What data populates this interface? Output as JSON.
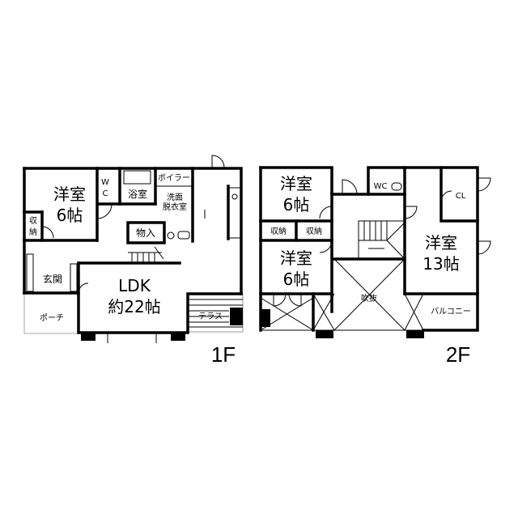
{
  "floor1": {
    "label": "1F",
    "rooms": {
      "western": "洋室",
      "western_size": "6帖",
      "storage": [
        "収",
        "納"
      ],
      "wc": [
        "W",
        "C"
      ],
      "bath": "浴室",
      "boiler": "ボイラー",
      "washroom": [
        "洗面",
        "脱衣室"
      ],
      "closet": "物入",
      "entrance": "玄関",
      "ldk": "LDK",
      "ldk_size": "約22帖",
      "porch": "ポーチ",
      "terrace": "テラス"
    }
  },
  "floor2": {
    "label": "2F",
    "rooms": {
      "western_a": "洋室",
      "western_a_size": "6帖",
      "storage_a": "収納",
      "storage_b": "収納",
      "western_b": "洋室",
      "western_b_size": "6帖",
      "wc": "WC",
      "cl": "CL",
      "western_c": "洋室",
      "western_c_size": "13帖",
      "void": "吹抜",
      "balcony": "バルコニー"
    }
  }
}
